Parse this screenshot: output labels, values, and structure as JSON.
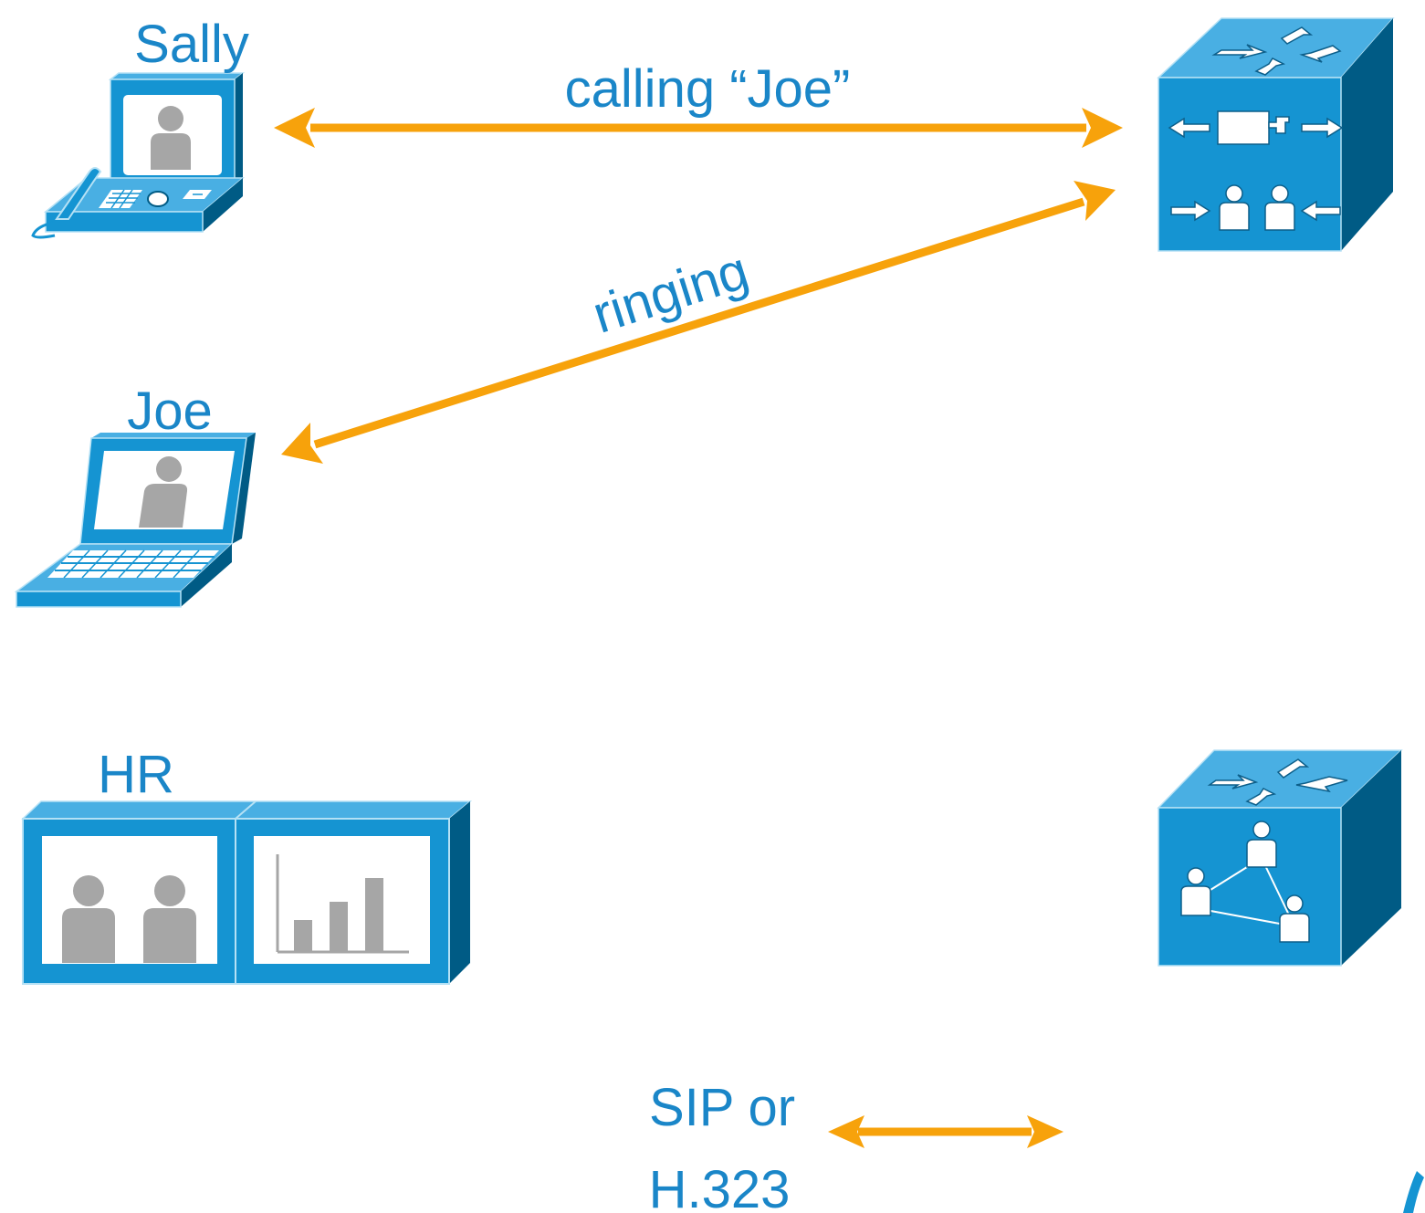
{
  "labels": {
    "sally": "Sally",
    "joe": "Joe",
    "hr": "HR",
    "calling": "calling “Joe”",
    "ringing": "ringing",
    "legend_line1": "SIP or",
    "legend_line2": "H.323"
  },
  "nodes": {
    "sally": {
      "icon": "ip-video-phone-icon"
    },
    "joe": {
      "icon": "laptop-video-client-icon"
    },
    "hr": {
      "icon": "telepresence-room-system-icon"
    },
    "call_control": {
      "icon": "call-control-server-icon"
    },
    "conference_bridge": {
      "icon": "conference-bridge-server-icon"
    }
  },
  "arrows": [
    {
      "id": "sally-call-control",
      "label": "calling “Joe”"
    },
    {
      "id": "joe-call-control",
      "label": "ringing"
    }
  ],
  "legend": {
    "meaning": "SIP or H.323",
    "arrow_style": "double-headed"
  },
  "colors": {
    "text_blue": "#1a86c8",
    "arrow_orange": "#f7a20b",
    "device_blue": "#1594d2",
    "device_light": "#49afe3",
    "device_dark": "#005b85",
    "person_gray": "#a6a6a6"
  }
}
